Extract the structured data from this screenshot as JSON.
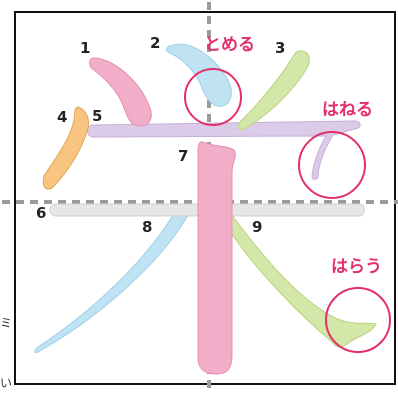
{
  "character": "米",
  "stroke_numbers": [
    "1",
    "2",
    "3",
    "4",
    "5",
    "6",
    "7",
    "8",
    "9"
  ],
  "annotations": {
    "tome": "とめる",
    "hane": "はねる",
    "harai": "はらう"
  },
  "edge_glyphs": {
    "left_mid": "ミ",
    "left_bottom": "い"
  },
  "colors": {
    "pink": "#f2aec8",
    "blue": "#bfe3f3",
    "green": "#d3e8a8",
    "orange": "#f8c47f",
    "lavender": "#dccbe8",
    "gray": "#e6e6e6",
    "guide": "#9a9a9a",
    "annotation": "#e3306a",
    "frame": "#111111"
  }
}
